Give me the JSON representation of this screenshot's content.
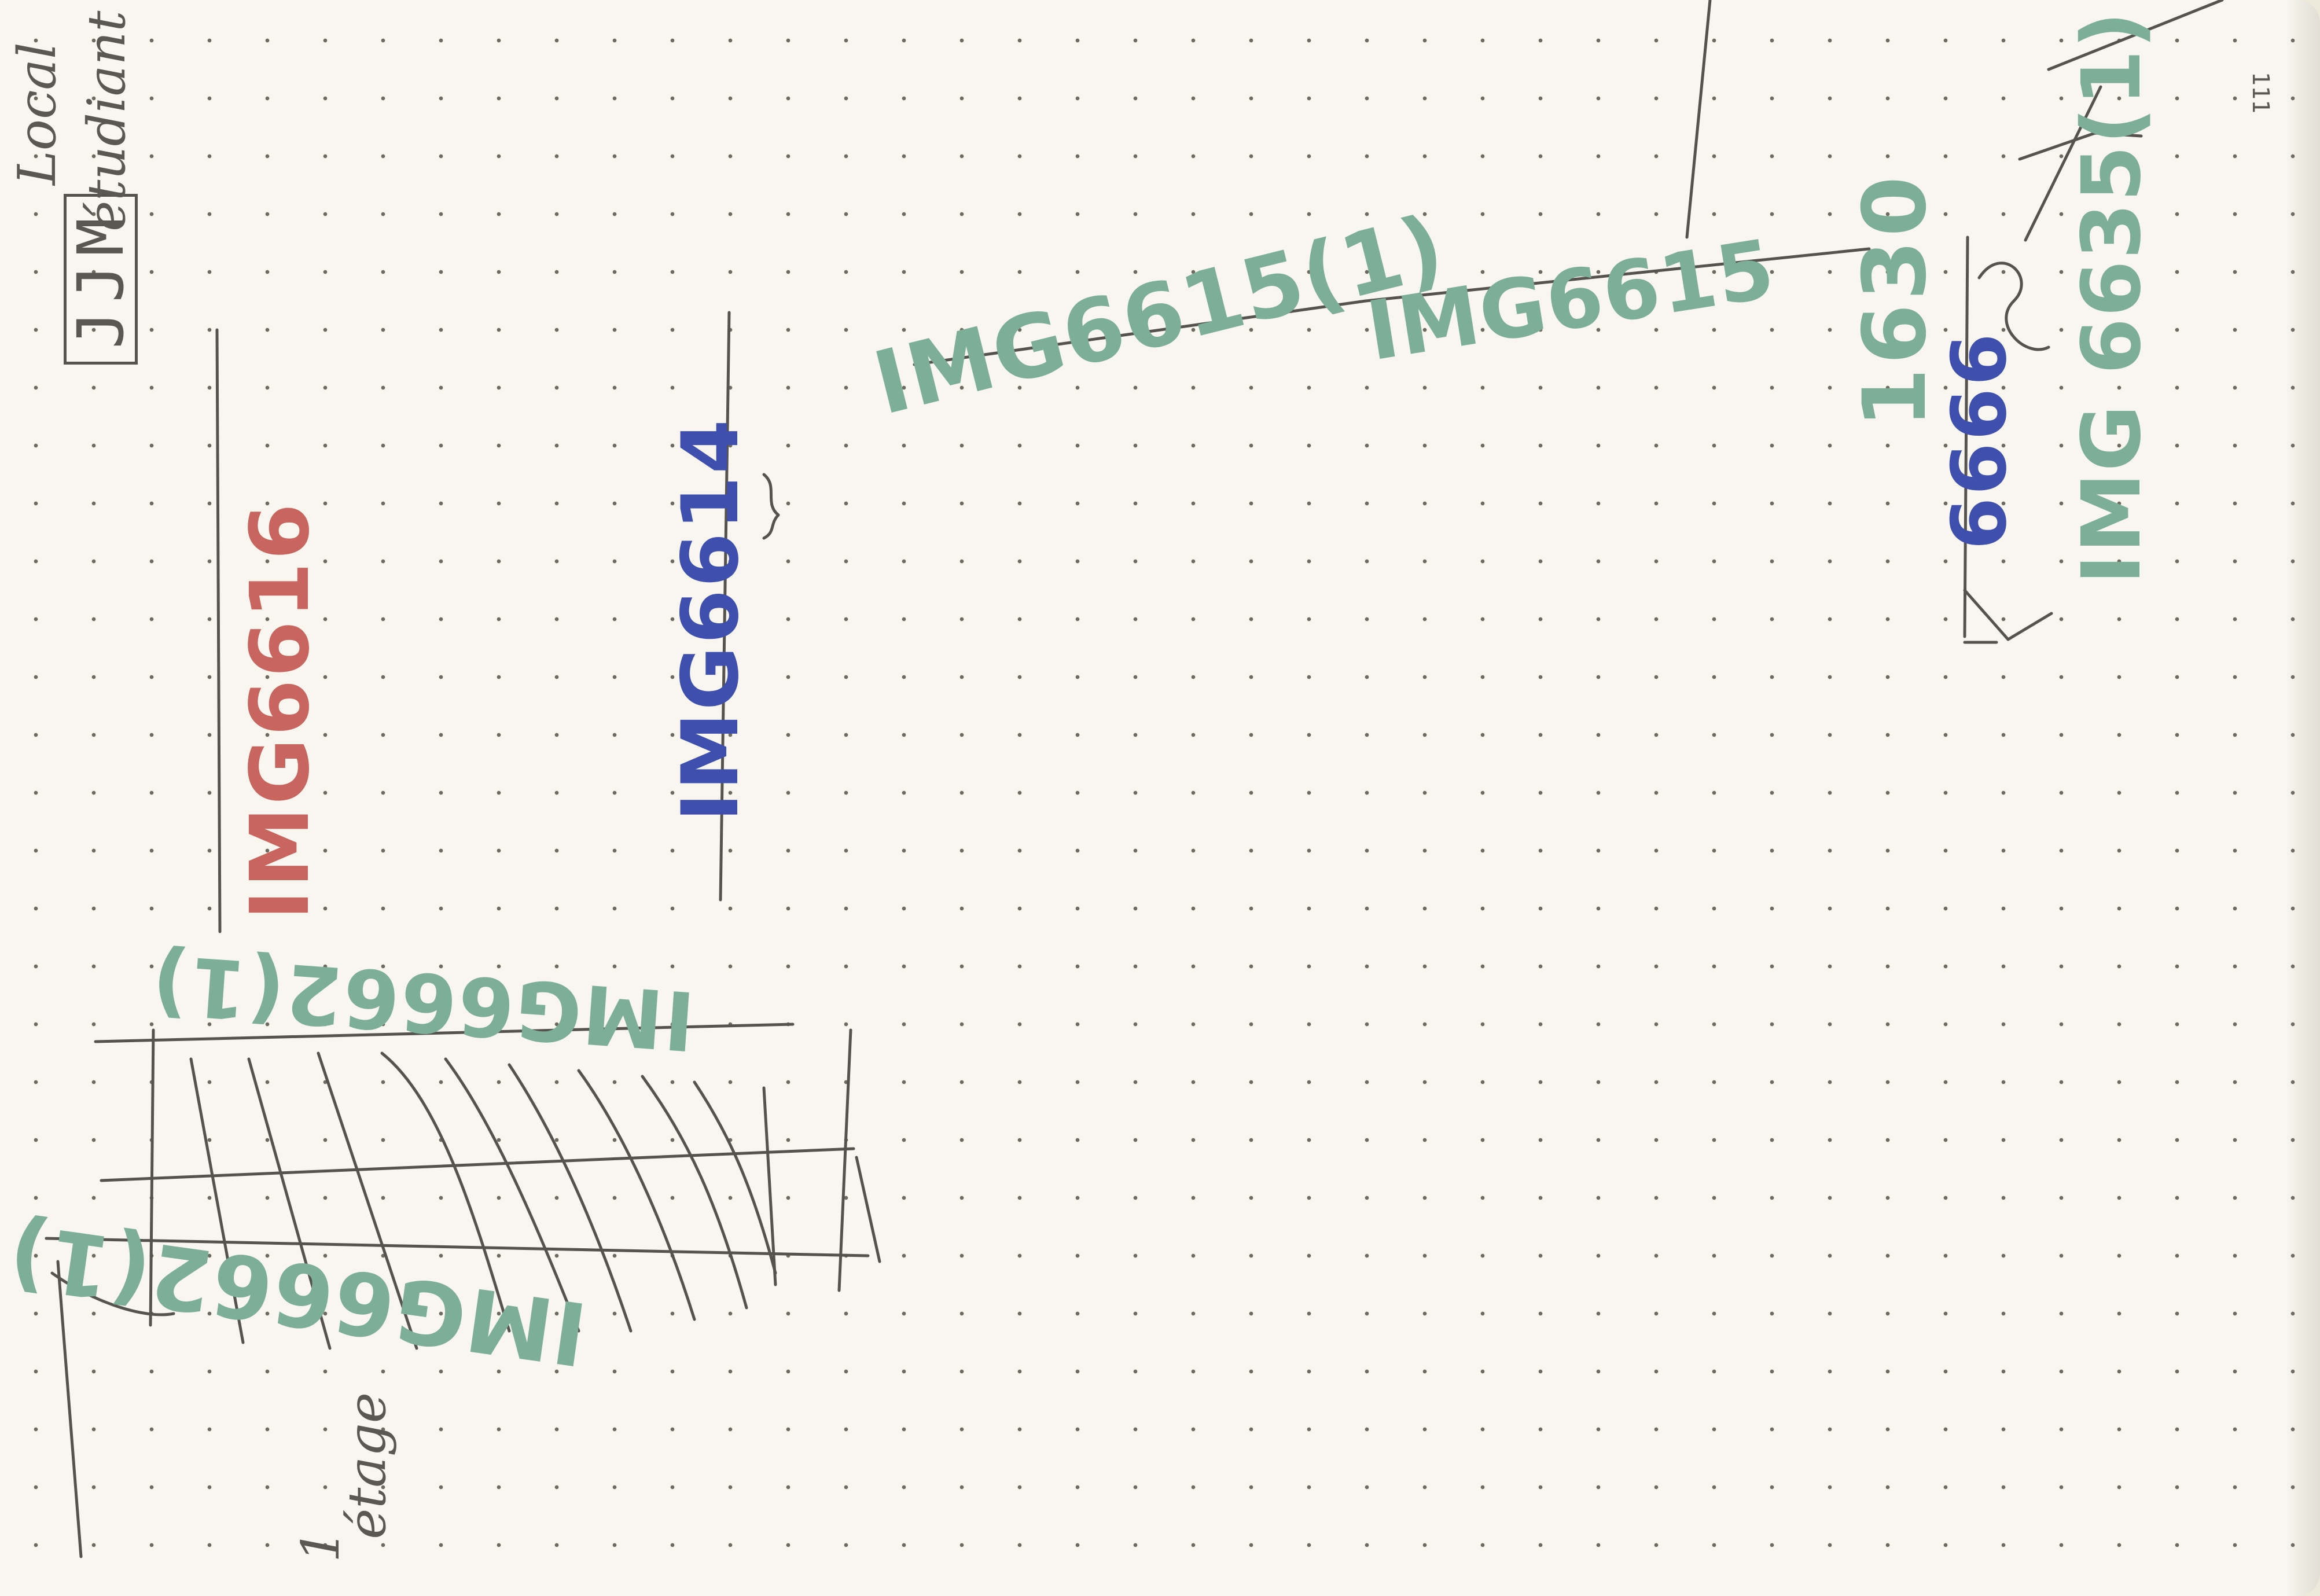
{
  "page": {
    "page_number": "111",
    "header_box": "JJM",
    "header_note_line1": "Local",
    "header_note_line2": "étudiant",
    "floor_note_line1": "1",
    "floor_note_line2": "étage"
  },
  "labels": {
    "img6616": "IMG6616",
    "img6614": "IMG6614",
    "img6615_1": "IMG6615(1)",
    "img6615": "IMG6615",
    "n1630": "1630",
    "img6635_1": "IMG 6635(1)",
    "n6666": "6666",
    "img6662_1_top": "IMG6662(1)",
    "img6662_1_bottom": "IMG6662(1)"
  },
  "colors": {
    "green_ink": "#7daf96",
    "blue_ink": "#3e4fae",
    "red_ink": "#c9655f",
    "pencil": "#5a5852",
    "paper": "#f8f6ef"
  }
}
